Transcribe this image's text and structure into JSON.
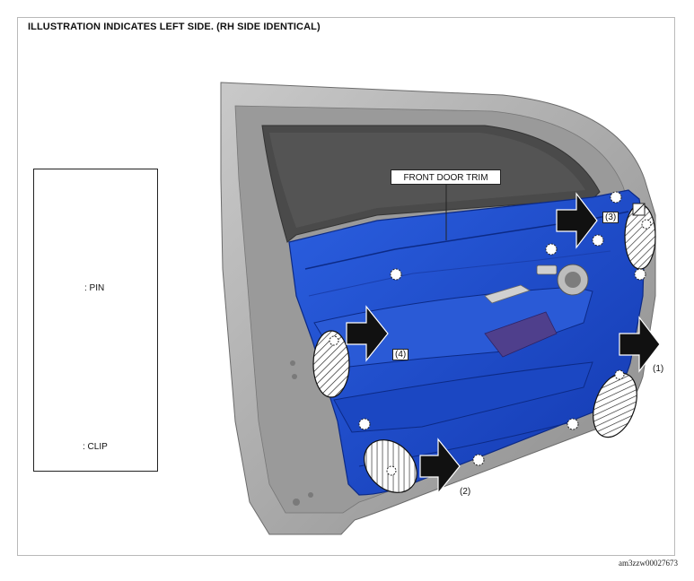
{
  "header": {
    "title": "ILLUSTRATION INDICATES LEFT SIDE. (RH SIDE IDENTICAL)"
  },
  "callout": {
    "label": "FRONT DOOR TRIM"
  },
  "legend": {
    "pin_label": ": PIN",
    "clip_label": ": CLIP"
  },
  "markers": {
    "m1": "(1)",
    "m2": "(2)",
    "m3": "(3)",
    "m4": "(4)"
  },
  "footer": {
    "code": "am3zzw00027673"
  },
  "colors": {
    "trim_blue": "#1f4fcf",
    "door_gray": "#a9a9a9",
    "window_dark": "#4a4a4a",
    "pocket_purple": "#4f3f8c"
  }
}
